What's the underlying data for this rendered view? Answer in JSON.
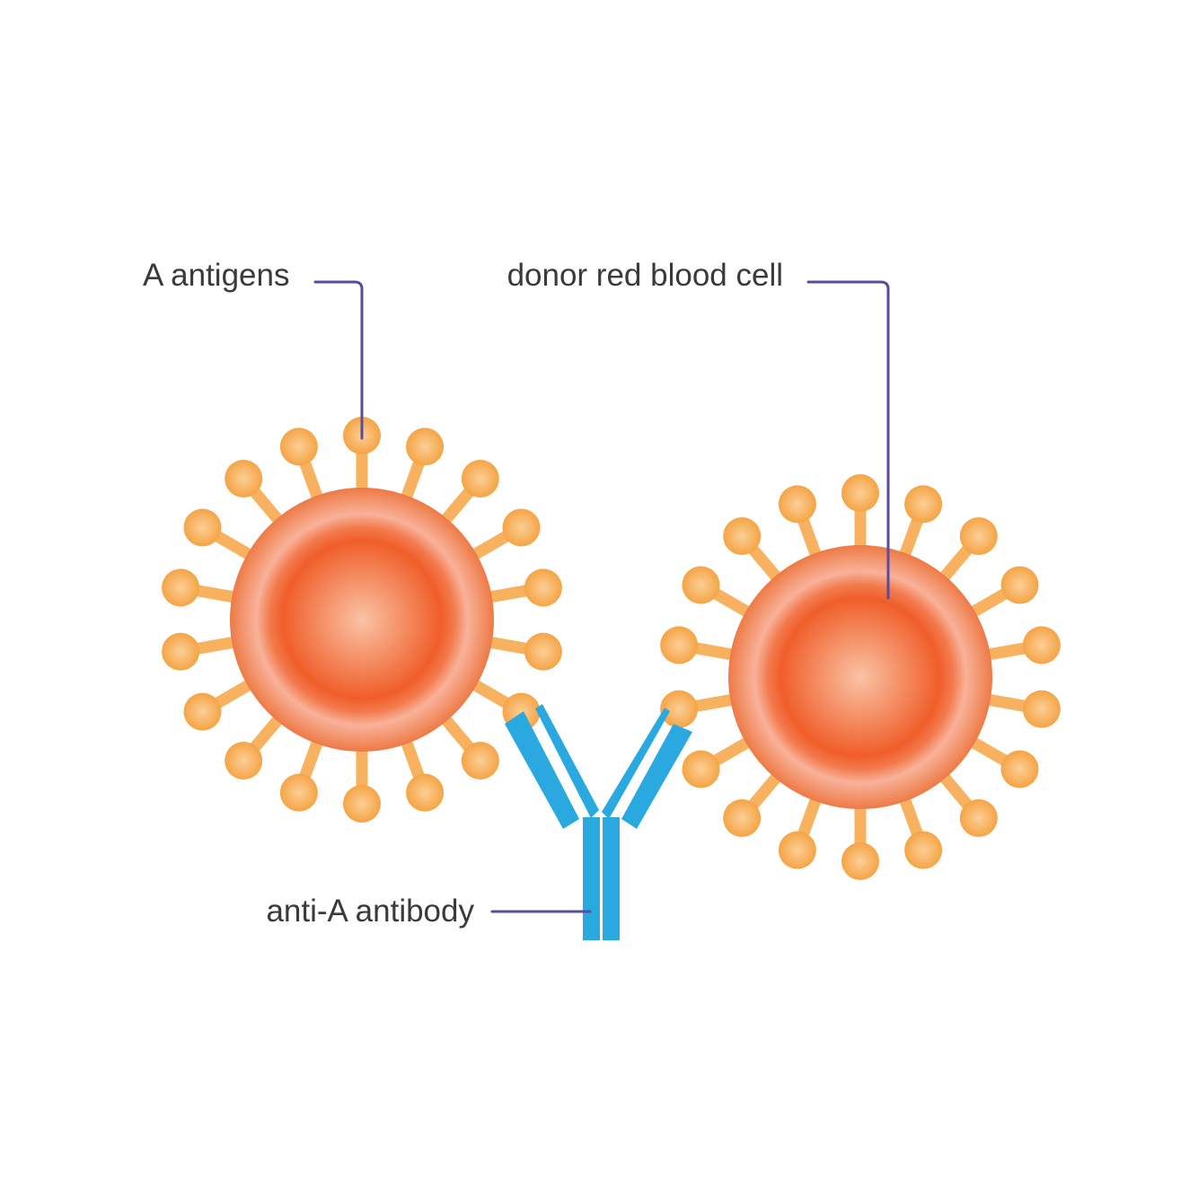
{
  "labels": {
    "antigens": "A antigens",
    "donor_cell": "donor red blood cell",
    "antibody": "anti-A antibody"
  },
  "colors": {
    "background": "#ffffff",
    "text": "#3a3a3a",
    "leader_line": "#5a4aa0",
    "cell_rim": "#ee7a45",
    "cell_ring_light": "#f8b29a",
    "cell_core": "#f05e2a",
    "cell_center": "#fac3a5",
    "antigen_stalk": "#f7b15f",
    "antigen_bead": "#f5a445",
    "antibody": "#2aa9e0"
  }
}
